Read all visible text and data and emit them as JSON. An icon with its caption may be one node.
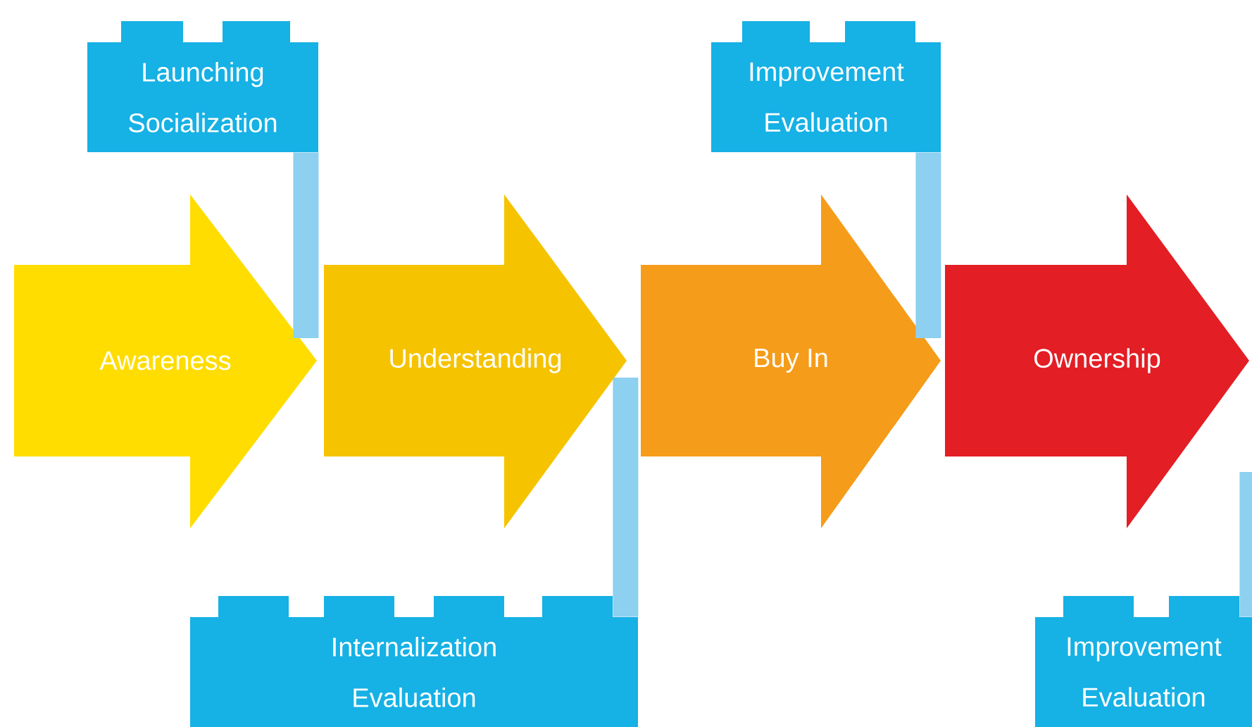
{
  "diagram": {
    "nodes": [
      {
        "text": [
          "Launching Socialization"
        ]
      },
      {
        "text": [
          "Improvement Evaluation"
        ]
      },
      {
        "text": [
          "Awareness"
        ]
      },
      {
        "text": [
          "Understanding"
        ]
      },
      {
        "text": [
          "Buy In"
        ]
      },
      {
        "text": [
          "Ownership"
        ]
      },
      {
        "text": [
          "Internalization Evaluation"
        ]
      },
      {
        "text": [
          "Improvement Evaluation"
        ]
      }
    ],
    "edges": [
      {
        "from": 0,
        "to": 2,
        "arrow": "none"
      },
      {
        "from": 1,
        "to": 4,
        "arrow": "none"
      },
      {
        "from": 6,
        "to": 3,
        "arrow": "none"
      },
      {
        "from": 7,
        "to": 5,
        "arrow": "none"
      }
    ]
  }
}
